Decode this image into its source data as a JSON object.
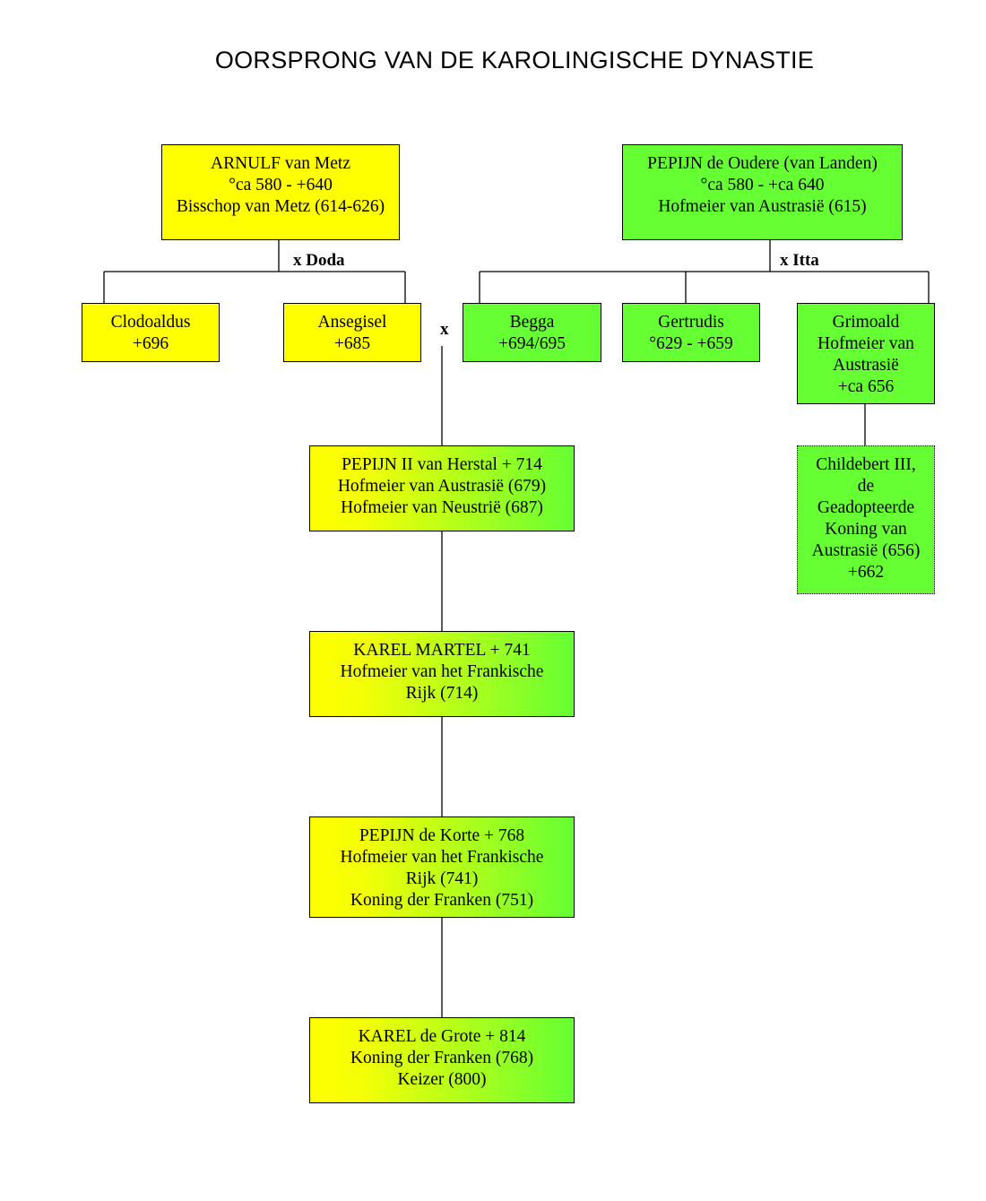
{
  "title": "OORSPRONG VAN DE KAROLINGISCHE DYNASTIE",
  "persons": {
    "arnulf": [
      "ARNULF van Metz",
      "°ca 580 - +640",
      "Bisschop van Metz (614-626)"
    ],
    "pepijn_oudere": [
      "PEPIJN de Oudere (van Landen)",
      "°ca 580  - +ca 640",
      "Hofmeier van Austrasië (615)"
    ],
    "clodoaldus": [
      "Clodoaldus",
      "+696"
    ],
    "ansegisel": [
      "Ansegisel",
      "+685"
    ],
    "begga": [
      "Begga",
      "+694/695"
    ],
    "gertrudis": [
      "Gertrudis",
      "°629 - +659"
    ],
    "grimoald": [
      "Grimoald",
      "Hofmeier van",
      "Austrasië",
      "+ca 656"
    ],
    "childebert": [
      "Childebert III,",
      "de",
      "Geadopteerde",
      "Koning van",
      "Austrasië (656)",
      "+662"
    ],
    "pepijn2": [
      "PEPIJN II van Herstal + 714",
      "Hofmeier van Austrasië (679)",
      "Hofmeier van Neustrië (687)"
    ],
    "karel_martel": [
      "KAREL MARTEL + 741",
      "Hofmeier van het Frankische",
      "Rijk (714)"
    ],
    "pepijn_korte": [
      "PEPIJN de Korte + 768",
      "Hofmeier van het Frankische",
      "Rijk (741)",
      "Koning der Franken (751)"
    ],
    "karel_grote": [
      "KAREL de Grote + 814",
      "Koning der Franken (768)",
      "Keizer (800)"
    ]
  },
  "spouses": {
    "doda": "x Doda",
    "itta": "x Itta",
    "marriage": "x"
  },
  "colors": {
    "yellow": "#ffff00",
    "green": "#66ff33"
  }
}
